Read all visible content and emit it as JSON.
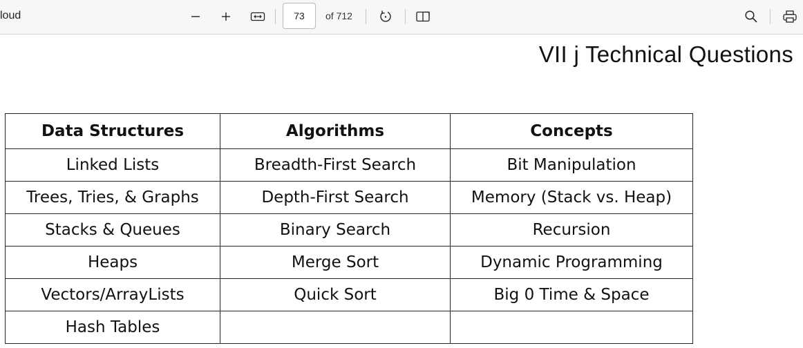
{
  "toolbar": {
    "title": "loud",
    "page_current": "73",
    "page_total": "of 712",
    "icons": {
      "zoom_out": "minus-icon",
      "zoom_in": "plus-icon",
      "fit": "fit-width-icon",
      "rotate": "rotate-icon",
      "page_view": "page-view-icon",
      "search": "search-icon",
      "print": "print-icon"
    }
  },
  "document": {
    "heading": "VII j Technical Questions",
    "table": {
      "headers": [
        "Data Structures",
        "Algorithms",
        "Concepts"
      ],
      "rows": [
        [
          "Linked Lists",
          "Breadth-First Search",
          "Bit Manipulation"
        ],
        [
          "Trees, Tries, & Graphs",
          "Depth-First Search",
          "Memory (Stack vs. Heap)"
        ],
        [
          "Stacks & Queues",
          "Binary Search",
          "Recursion"
        ],
        [
          "Heaps",
          "Merge Sort",
          "Dynamic Programming"
        ],
        [
          "Vectors/ArrayLists",
          "Quick Sort",
          "Big 0 Time & Space"
        ],
        [
          "Hash Tables",
          "",
          ""
        ]
      ]
    }
  }
}
